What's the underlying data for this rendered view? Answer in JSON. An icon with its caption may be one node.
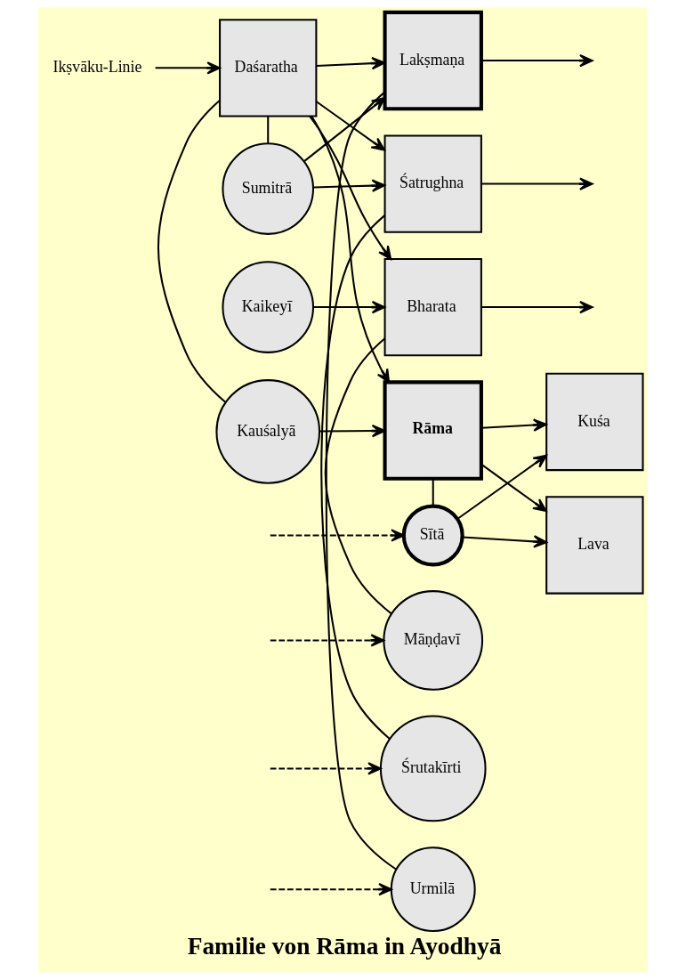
{
  "diagram": {
    "title": "Familie von Rāma in Ayodhyā",
    "nodes": [
      {
        "text": [
          "Ikṣvāku-Linie"
        ]
      },
      {
        "text": [
          "Daśaratha"
        ]
      },
      {
        "text": [
          "Kauśalyā"
        ]
      },
      {
        "text": [
          "Kaikeyī"
        ]
      },
      {
        "text": [
          "Sumitrā"
        ]
      },
      {
        "text": [
          "Rāma"
        ]
      },
      {
        "text": [
          "Sītā"
        ]
      },
      {
        "text": [
          "Bharata"
        ]
      },
      {
        "text": [
          "Māṇḍavī"
        ]
      },
      {
        "text": [
          "Lakṣmaṇa"
        ]
      },
      {
        "text": [
          "Urmilā"
        ]
      },
      {
        "text": [
          "Śatrughna"
        ]
      },
      {
        "text": [
          "Śrutakīrti"
        ]
      },
      {
        "text": [
          "Lava"
        ]
      },
      {
        "text": [
          "Kuśa"
        ]
      }
    ],
    "edges": [
      {
        "from": 0,
        "to": 1,
        "arrow": "to"
      },
      {
        "from": 1,
        "to": 2,
        "arrow": "none"
      },
      {
        "from": 1,
        "to": 4,
        "arrow": "none"
      },
      {
        "from": 1,
        "to": 5,
        "arrow": "to"
      },
      {
        "from": 2,
        "to": 5,
        "arrow": "to"
      },
      {
        "from": 1,
        "to": 7,
        "arrow": "to"
      },
      {
        "from": 3,
        "to": 7,
        "arrow": "to"
      },
      {
        "from": 1,
        "to": 9,
        "arrow": "to"
      },
      {
        "from": 4,
        "to": 9,
        "arrow": "to"
      },
      {
        "from": 1,
        "to": 11,
        "arrow": "to"
      },
      {
        "from": 4,
        "to": 11,
        "arrow": "to"
      },
      {
        "from": 5,
        "to": 6,
        "arrow": "none"
      },
      {
        "from": 5,
        "to": 13,
        "arrow": "to"
      },
      {
        "from": 6,
        "to": 13,
        "arrow": "to"
      },
      {
        "from": 5,
        "to": 14,
        "arrow": "to"
      },
      {
        "from": 6,
        "to": 14,
        "arrow": "to"
      },
      {
        "from": 7,
        "to": 8,
        "arrow": "none"
      },
      {
        "from": 7,
        "to": null,
        "arrow": "to"
      },
      {
        "from": 9,
        "to": 10,
        "arrow": "none"
      },
      {
        "from": 9,
        "to": null,
        "arrow": "to"
      },
      {
        "from": 11,
        "to": 12,
        "arrow": "none"
      },
      {
        "from": 11,
        "to": null,
        "arrow": "to"
      },
      {
        "from": null,
        "to": 6,
        "arrow": "to",
        "style": "dashed"
      },
      {
        "from": null,
        "to": 8,
        "arrow": "to",
        "style": "dashed"
      },
      {
        "from": null,
        "to": 10,
        "arrow": "to",
        "style": "dashed"
      },
      {
        "from": null,
        "to": 12,
        "arrow": "to",
        "style": "dashed"
      }
    ]
  }
}
